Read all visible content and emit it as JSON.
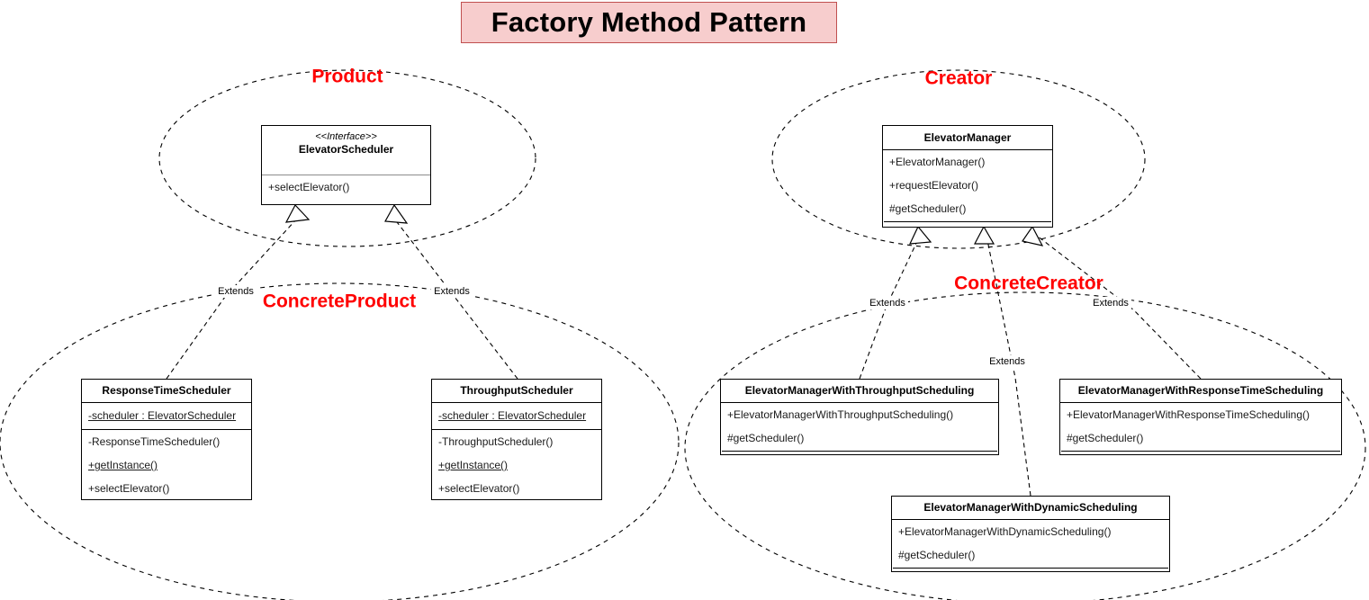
{
  "title": {
    "text": "Factory Method Pattern",
    "background": "#f7cdcd",
    "border_color": "#c05050",
    "text_color": "#000000"
  },
  "groups": [
    {
      "id": "product",
      "label": "Product"
    },
    {
      "id": "creator",
      "label": "Creator"
    },
    {
      "id": "concrete-product",
      "label": "ConcreteProduct"
    },
    {
      "id": "concrete-creator",
      "label": "ConcreteCreator"
    }
  ],
  "group_label_color": "#ff0000",
  "classes": {
    "elevator_scheduler": {
      "stereotype": "<<Interface>>",
      "name": "ElevatorScheduler",
      "attributes": [],
      "operations": [
        {
          "text": "+selectElevator()",
          "static": false
        }
      ]
    },
    "elevator_manager": {
      "stereotype": "",
      "name": "ElevatorManager",
      "attributes": [],
      "operations": [
        {
          "text": "+ElevatorManager()",
          "static": false
        },
        {
          "text": "+requestElevator()",
          "static": false
        },
        {
          "text": "#getScheduler()",
          "static": false
        }
      ]
    },
    "response_time_scheduler": {
      "stereotype": "",
      "name": "ResponseTimeScheduler",
      "attributes": [
        {
          "text": "-scheduler : ElevatorScheduler",
          "static": true
        }
      ],
      "operations": [
        {
          "text": "-ResponseTimeScheduler()",
          "static": false
        },
        {
          "text": "+getInstance()",
          "static": true
        },
        {
          "text": "+selectElevator()",
          "static": false
        }
      ]
    },
    "throughput_scheduler": {
      "stereotype": "",
      "name": "ThroughputScheduler",
      "attributes": [
        {
          "text": "-scheduler : ElevatorScheduler",
          "static": true
        }
      ],
      "operations": [
        {
          "text": "-ThroughputScheduler()",
          "static": false
        },
        {
          "text": "+getInstance()",
          "static": true
        },
        {
          "text": "+selectElevator()",
          "static": false
        }
      ]
    },
    "manager_throughput": {
      "stereotype": "",
      "name": "ElevatorManagerWithThroughputScheduling",
      "attributes": [],
      "operations": [
        {
          "text": "+ElevatorManagerWithThroughputScheduling()",
          "static": false
        },
        {
          "text": "#getScheduler()",
          "static": false
        }
      ]
    },
    "manager_response_time": {
      "stereotype": "",
      "name": "ElevatorManagerWithResponseTimeScheduling",
      "attributes": [],
      "operations": [
        {
          "text": "+ElevatorManagerWithResponseTimeScheduling()",
          "static": false
        },
        {
          "text": "#getScheduler()",
          "static": false
        }
      ]
    },
    "manager_dynamic": {
      "stereotype": "",
      "name": "ElevatorManagerWithDynamicScheduling",
      "attributes": [],
      "operations": [
        {
          "text": "+ElevatorManagerWithDynamicScheduling()",
          "static": false
        },
        {
          "text": "#getScheduler()",
          "static": false
        }
      ]
    }
  },
  "edges": [
    {
      "id": "rts-to-scheduler",
      "label": "Extends"
    },
    {
      "id": "ts-to-scheduler",
      "label": "Extends"
    },
    {
      "id": "throughput-to-manager",
      "label": "Extends"
    },
    {
      "id": "dynamic-to-manager",
      "label": "Extends"
    },
    {
      "id": "responsetime-to-manager",
      "label": "Extends"
    }
  ]
}
